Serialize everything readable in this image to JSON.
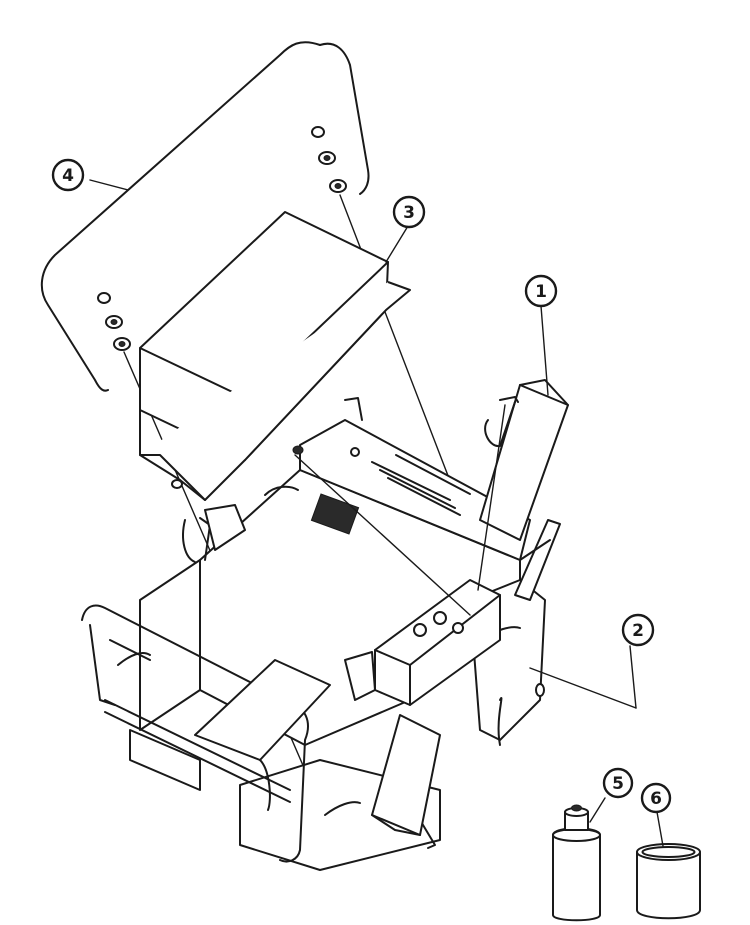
{
  "callouts": [
    {
      "id": "1",
      "label": "1"
    },
    {
      "id": "2",
      "label": "2"
    },
    {
      "id": "3",
      "label": "3"
    },
    {
      "id": "4",
      "label": "4"
    },
    {
      "id": "5",
      "label": "5"
    },
    {
      "id": "6",
      "label": "6"
    }
  ],
  "colors": {
    "ink": "#1a1a1a",
    "paper": "#ffffff"
  }
}
